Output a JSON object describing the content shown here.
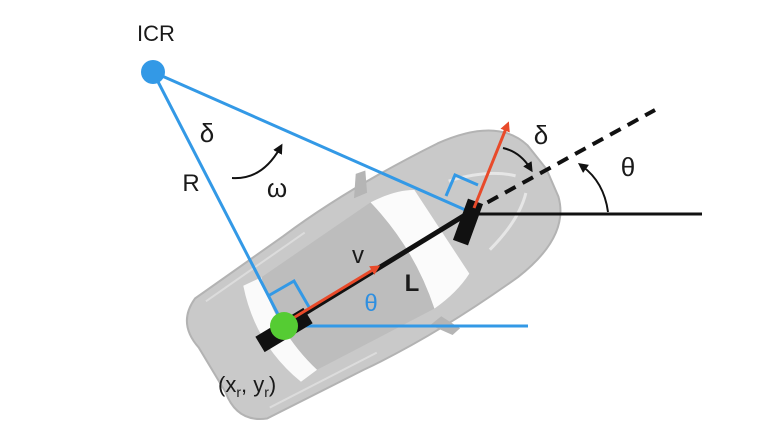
{
  "labels": {
    "icr": "ICR",
    "delta_icr": "δ",
    "radius": "R",
    "omega": "ω",
    "velocity": "v",
    "wheelbase": "L",
    "theta_body": "θ",
    "delta_front": "δ",
    "theta_heading": "θ",
    "rear_coord_x": "x",
    "rear_coord_x_sub": "r",
    "rear_coord_sep": ", ",
    "rear_coord_y": "y",
    "rear_coord_y_sub": "r",
    "rear_coord_open": "(",
    "rear_coord_close": ")"
  },
  "colors": {
    "construction_lines": "#3399e6",
    "icr_point": "#3399e6",
    "rear_point": "#55cc33",
    "velocity_arrow": "#e84a2a",
    "car_body": "#c8c8c8",
    "car_body_dark": "#a9a9a9",
    "wheelbase": "#111111"
  }
}
